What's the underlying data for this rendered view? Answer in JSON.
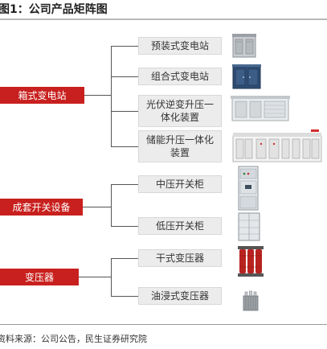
{
  "figure": {
    "title": "图1：公司产品矩阵图",
    "source": "资料来源：公司公告，民生证券研究院"
  },
  "categories": [
    {
      "label": "箱式变电站",
      "products": [
        "预装式变电站",
        "组合式变电站",
        "光伏逆变升压一体化装置",
        "储能升压一体化装置"
      ]
    },
    {
      "label": "成套开关设备",
      "products": [
        "中压开关柜",
        "低压开关柜"
      ]
    },
    {
      "label": "变压器",
      "products": [
        "干式变压器",
        "油浸式变压器"
      ]
    }
  ],
  "products_display": {
    "p1": "预装式变电站",
    "p2": "组合式变电站",
    "p3_line1": "光伏逆变升压一",
    "p3_line2": "体化装置",
    "p4_line1": "储能升压一体化",
    "p4_line2": "装置",
    "p5": "中压开关柜",
    "p6": "低压开关柜",
    "p7": "干式变压器",
    "p8": "油浸式变压器"
  },
  "colors": {
    "category_bg": "#c8201e",
    "product_bg": "#ececec",
    "connector": "#555555"
  },
  "icons": [
    "prefab-substation-image",
    "combined-substation-image",
    "pv-inverter-booster-image",
    "storage-booster-image",
    "mv-switchgear-image",
    "lv-switchgear-image",
    "dry-transformer-image",
    "oil-transformer-image"
  ]
}
